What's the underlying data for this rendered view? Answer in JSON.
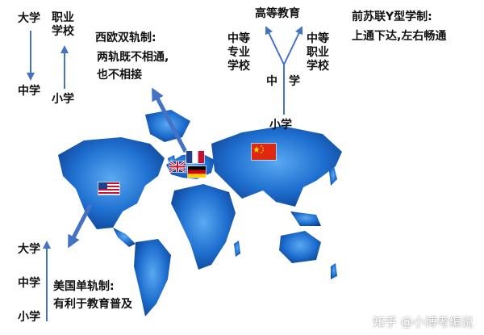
{
  "colors": {
    "arrow": "#4472c4",
    "map_light": "#3a8ee6",
    "map_dark": "#0b3d8c",
    "text": "#111111"
  },
  "dual_track": {
    "upper_left": "大学",
    "upper_right_lines": [
      "职业",
      "学校"
    ],
    "lower_left": "中学",
    "lower_right": "小学"
  },
  "western_europe": {
    "title": "西欧双轨制:",
    "desc_lines": [
      "两轨既不相通,",
      "也不相接"
    ]
  },
  "soviet_y": {
    "top": "高等教育",
    "left_lines": [
      "中等",
      "专业",
      "学校"
    ],
    "right_lines": [
      "中等",
      "职业",
      "学校"
    ],
    "middle_left": "中",
    "middle_right": "学",
    "bottom": "小学",
    "title": "前苏联Y型学制:",
    "desc": "上通下达,左右畅通"
  },
  "usa_single": {
    "levels": [
      "大学",
      "中学",
      "小学"
    ],
    "title": "美国单轨制:",
    "desc": "有利于教育普及"
  },
  "watermark": "知乎 @小博考编说",
  "flags": [
    "usa-flag",
    "uk-flag",
    "france-flag",
    "germany-flag",
    "china-flag"
  ]
}
